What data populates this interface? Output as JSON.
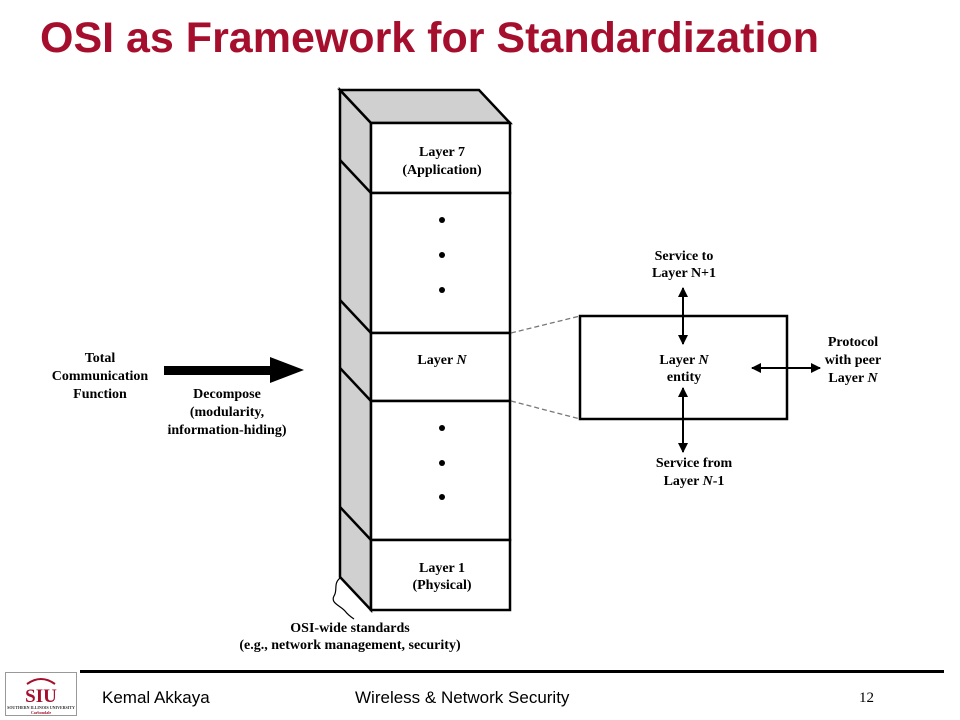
{
  "slide": {
    "title": "OSI as Framework for Standardization",
    "page_number": "12"
  },
  "footer": {
    "author": "Kemal Akkaya",
    "course": "Wireless & Network Security"
  },
  "logo": {
    "text": "SIU",
    "subtext": "SOUTHERN ILLINOIS UNIVERSITY",
    "subtext2": "Carbondale",
    "color": "#a50f2d"
  },
  "diagram": {
    "layer7": {
      "line1": "Layer 7",
      "line2": "(Application)"
    },
    "layerN": {
      "prefix": "Layer ",
      "var": "N"
    },
    "layer1": {
      "line1": "Layer 1",
      "line2": "(Physical)"
    },
    "total": {
      "line1": "Total",
      "line2": "Communication",
      "line3": "Function"
    },
    "decompose": {
      "line1": "Decompose",
      "line2": "(modularity,",
      "line3": "information-hiding)"
    },
    "osi_wide": {
      "line1": "OSI-wide standards",
      "line2": "(e.g., network management, security)"
    },
    "service_to": {
      "line1": "Service to",
      "line2": "Layer N+1"
    },
    "entity": {
      "line1_prefix": "Layer ",
      "line1_var": "N",
      "line2": "entity"
    },
    "protocol": {
      "line1": "Protocol",
      "line2": "with peer",
      "line3_prefix": "Layer ",
      "line3_var": "N"
    },
    "service_from": {
      "line1": "Service from",
      "line2_prefix": "Layer ",
      "line2_var": "N",
      "line2_suffix": "-1"
    }
  }
}
